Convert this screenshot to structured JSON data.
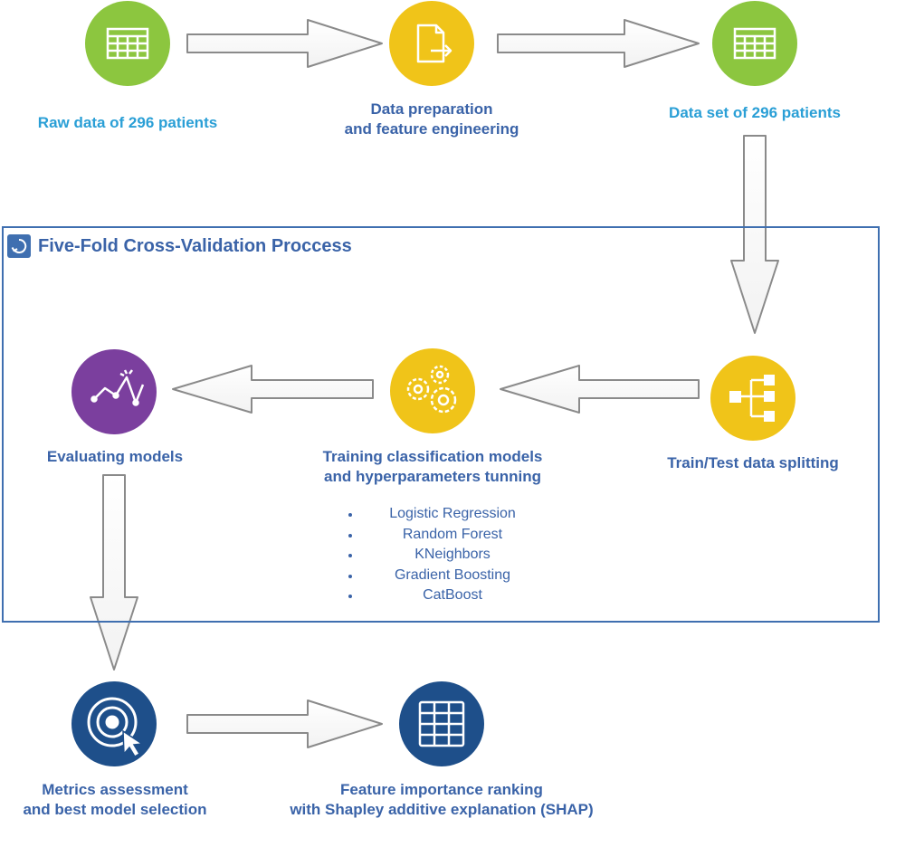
{
  "nodes": {
    "raw_data": {
      "label": "Raw data of 296 patients",
      "color": "#8cc63f",
      "icon": "table-icon"
    },
    "data_prep": {
      "line1": "Data preparation",
      "line2": "and feature engineering",
      "color": "#f0c419",
      "icon": "document-export-icon"
    },
    "data_set": {
      "label": "Data set of 296 patients",
      "color": "#8cc63f",
      "icon": "table-icon"
    },
    "train_test": {
      "label": "Train/Test data splitting",
      "color": "#f0c419",
      "icon": "hierarchy-icon"
    },
    "training": {
      "line1": "Training classification models",
      "line2": "and hyperparameters tunning",
      "color": "#f0c419",
      "icon": "gears-icon"
    },
    "evaluating": {
      "label": "Evaluating models",
      "color": "#7b3f9e",
      "icon": "line-chart-icon"
    },
    "metrics": {
      "line1": "Metrics assessment",
      "line2": "and best model selection",
      "color": "#1e4f8a",
      "icon": "target-icon"
    },
    "feature_importance": {
      "line1": "Feature importance ranking",
      "line2": "with Shapley additive explanation (SHAP)",
      "color": "#1e4f8a",
      "icon": "grid-table-icon"
    }
  },
  "cv_box": {
    "title": "Five-Fold Cross-Validation Proccess",
    "color": "#3f6fb0",
    "icon": "loop-icon"
  },
  "models": [
    "Logistic Regression",
    "Random Forest",
    "KNeighbors",
    "Gradient Boosting",
    "CatBoost"
  ],
  "colors": {
    "arrow_stroke": "#8a8a8a",
    "label_light": "#2a9fd6",
    "label_navy": "#3a63a8"
  }
}
